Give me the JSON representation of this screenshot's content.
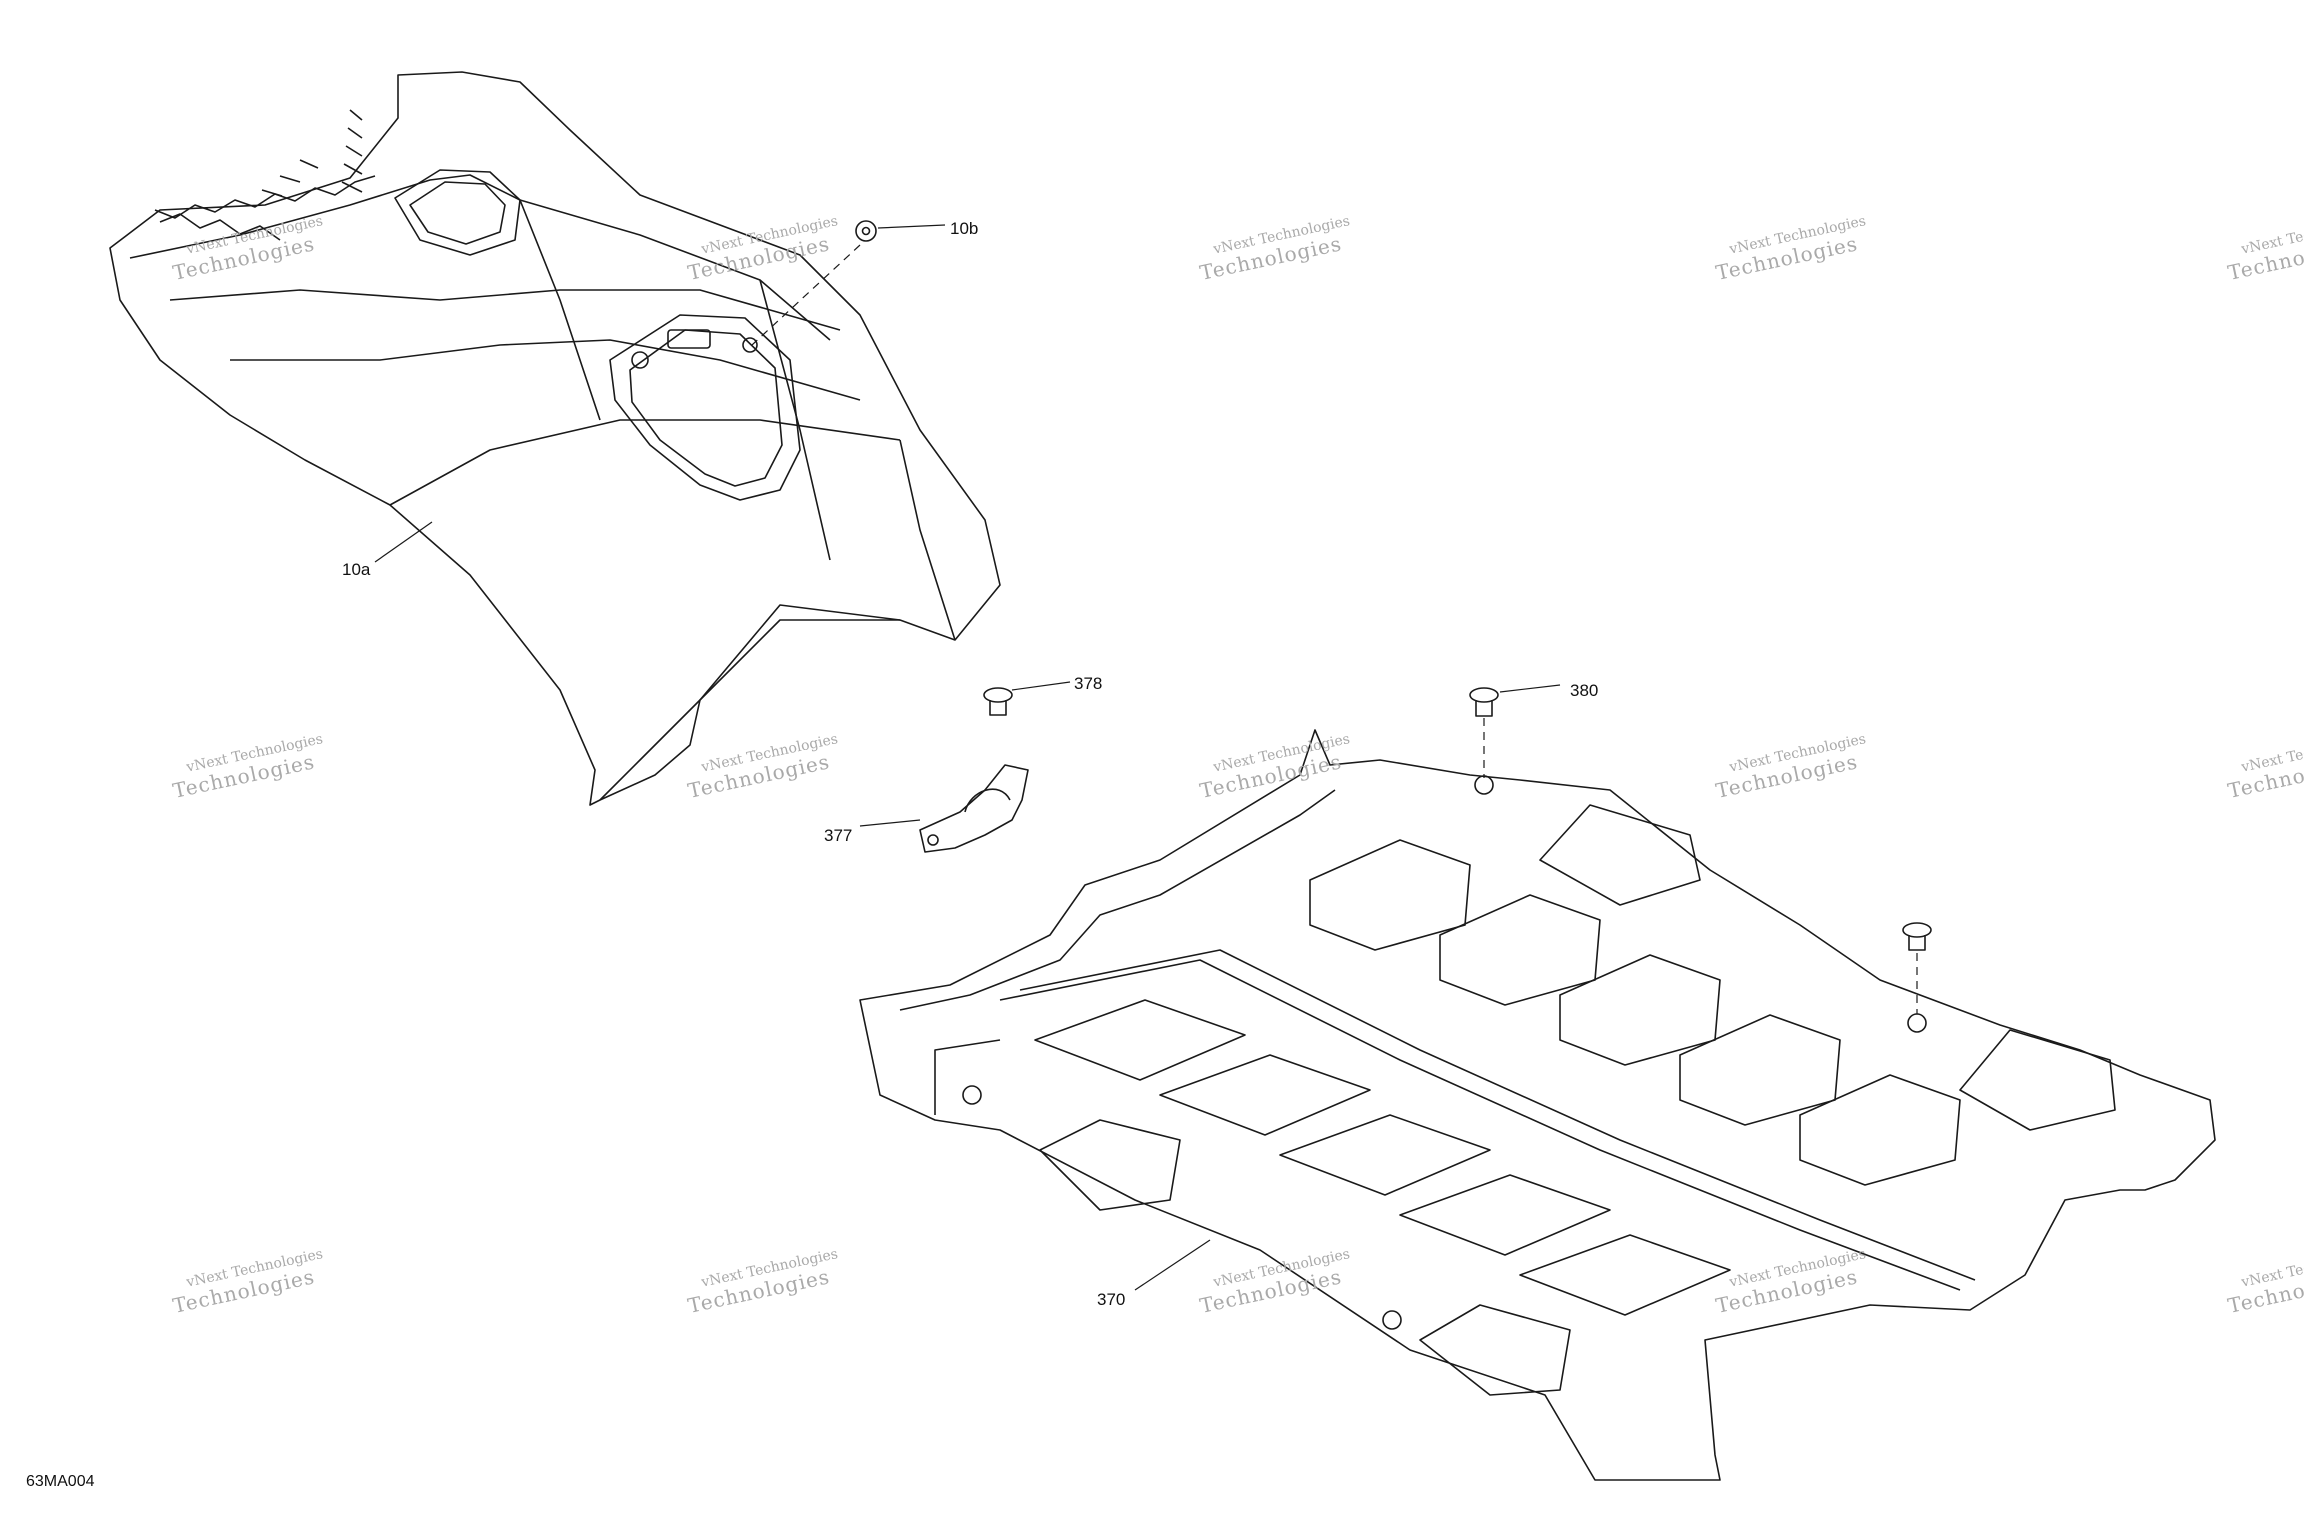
{
  "drawing_code": "63MA004",
  "callouts": {
    "c10a": "10a",
    "c10b": "10b",
    "c377": "377",
    "c378": "378",
    "c380": "380",
    "c370": "370"
  },
  "watermark": {
    "line1": "vNext Technologies",
    "line2": "Technologies"
  },
  "colors": {
    "line": "#1a1a1a",
    "watermark": "#a9a9a9"
  }
}
